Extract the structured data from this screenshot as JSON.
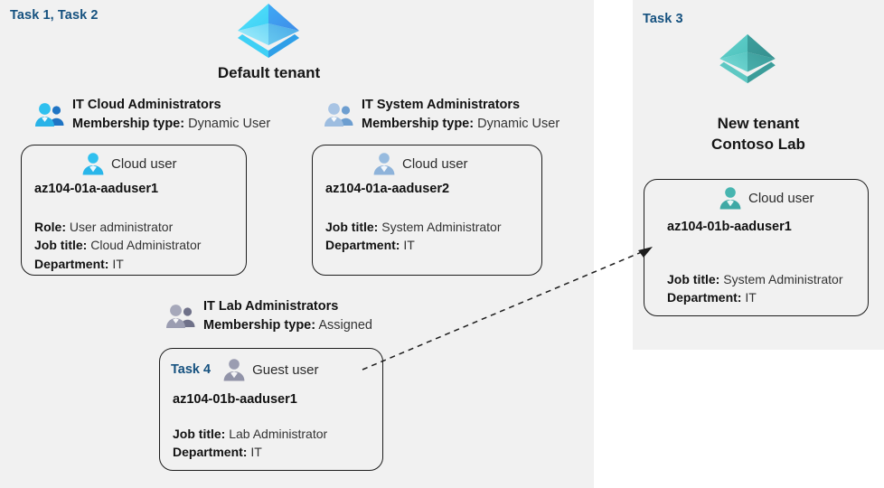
{
  "panels": {
    "left": {
      "task_label": "Task 1, Task 2"
    },
    "right": {
      "task_label": "Task 3"
    }
  },
  "tenants": [
    {
      "id": "default",
      "icon": "azure-ad-tenant-icon",
      "title": "Default tenant",
      "color": "#32b7f0"
    },
    {
      "id": "contoso",
      "icon": "azure-ad-tenant-icon",
      "title_line1": "New  tenant",
      "title_line2": "Contoso Lab",
      "color": "#4bbfba"
    }
  ],
  "groups": [
    {
      "id": "it-cloud-administrators",
      "icon": "group-users-icon",
      "name": "IT Cloud Administrators",
      "membership_label": "Membership type:",
      "membership_value": "Dynamic User",
      "color": "#29a3e0"
    },
    {
      "id": "it-system-administrators",
      "icon": "group-users-icon",
      "name": "IT System Administrators",
      "membership_label": "Membership type:",
      "membership_value": "Dynamic User",
      "color": "#8fb4dc"
    },
    {
      "id": "it-lab-administrators",
      "icon": "group-users-icon",
      "name": "IT Lab Administrators",
      "membership_label": "Membership type:",
      "membership_value": "Assigned",
      "color": "#8a8ca3"
    }
  ],
  "cards": [
    {
      "id": "aaduser1-cloud",
      "task": "",
      "icon": "cloud-user-icon",
      "user_type": "Cloud user",
      "upn": "az104-01a-aaduser1",
      "color": "#2fc0ef",
      "attrs": [
        {
          "label": "Role:",
          "value": "User administrator"
        },
        {
          "label": "Job title:",
          "value": "Cloud Administrator"
        },
        {
          "label": "Department:",
          "value": "IT"
        }
      ]
    },
    {
      "id": "aaduser2-cloud",
      "task": "",
      "icon": "cloud-user-icon",
      "user_type": "Cloud user",
      "upn": "az104-01a-aaduser2",
      "color": "#93b7dd",
      "attrs": [
        {
          "label": "Job title:",
          "value": "System Administrator"
        },
        {
          "label": "Department:",
          "value": "IT"
        }
      ]
    },
    {
      "id": "aaduser1-guest",
      "task": "Task 4",
      "icon": "guest-user-icon",
      "user_type": "Guest user",
      "upn": "az104-01b-aaduser1",
      "color": "#8e90a6",
      "attrs": [
        {
          "label": "Job title:",
          "value": "Lab Administrator"
        },
        {
          "label": "Department:",
          "value": "IT"
        }
      ]
    },
    {
      "id": "aaduser1b-cloud",
      "task": "",
      "icon": "cloud-user-icon",
      "user_type": "Cloud user",
      "upn": "az104-01b-aaduser1",
      "color": "#43b2ad",
      "attrs": [
        {
          "label": "Job title:",
          "value": "System Administrator"
        },
        {
          "label": "Department:",
          "value": "IT"
        }
      ]
    }
  ],
  "connector": {
    "id": "guest-invite-arrow",
    "style": "dashed-arrow"
  }
}
